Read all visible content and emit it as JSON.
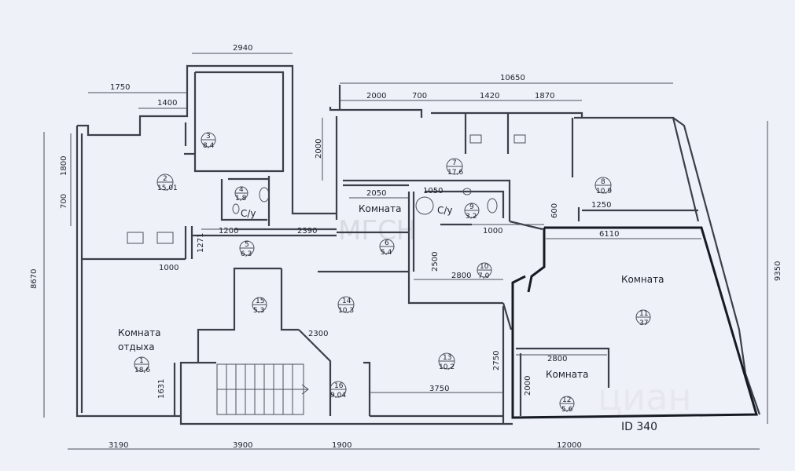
{
  "dimensions": {
    "d2940": "2940",
    "d1750": "1750",
    "d1400": "1400",
    "d10650": "10650",
    "d2000a": "2000",
    "d700a": "700",
    "d1420": "1420",
    "d1870": "1870",
    "d1800": "1800",
    "d700b": "700",
    "d2000b": "2000",
    "d2050": "2050",
    "d1050": "1050",
    "d600": "600",
    "d1250": "1250",
    "d1200": "1200",
    "d2390": "2390",
    "d1271": "1271",
    "d1000a": "1000",
    "d6110": "6110",
    "d1000b": "1000",
    "d2500": "2500",
    "d2800a": "2800",
    "d8670": "8670",
    "d9350": "9350",
    "d2300": "2300",
    "d2800b": "2800",
    "d2750": "2750",
    "d2000c": "2000",
    "d3750": "3750",
    "d1631": "1631",
    "d3190": "3190",
    "d3900": "3900",
    "d1900": "1900",
    "d12000": "12000"
  },
  "rooms": [
    {
      "no": "1",
      "area": "18,6"
    },
    {
      "no": "2",
      "area": "15,01"
    },
    {
      "no": "3",
      "area": "8,4"
    },
    {
      "no": "4",
      "area": "1,8"
    },
    {
      "no": "5",
      "area": "6,3"
    },
    {
      "no": "6",
      "area": "5,4"
    },
    {
      "no": "7",
      "area": "17,6"
    },
    {
      "no": "8",
      "area": "10,9"
    },
    {
      "no": "9",
      "area": "3,2"
    },
    {
      "no": "10",
      "area": "7,0"
    },
    {
      "no": "11",
      "area": "37"
    },
    {
      "no": "12",
      "area": "5,6"
    },
    {
      "no": "13",
      "area": "10,2"
    },
    {
      "no": "14",
      "area": "10,3"
    },
    {
      "no": "15",
      "area": "5,3"
    },
    {
      "no": "16",
      "area": "9,04"
    }
  ],
  "labels": {
    "komnata_center": "Комната",
    "komnata_right": "Комната",
    "komnata_small": "Комната",
    "komnata_otdyha_1": "Комната",
    "komnata_otdyha_2": "отдыха",
    "su1": "С/у",
    "su2": "С/у"
  },
  "watermarks": {
    "mgsn": "МГСН",
    "cian": "циан",
    "cian_id": "ID 340"
  }
}
